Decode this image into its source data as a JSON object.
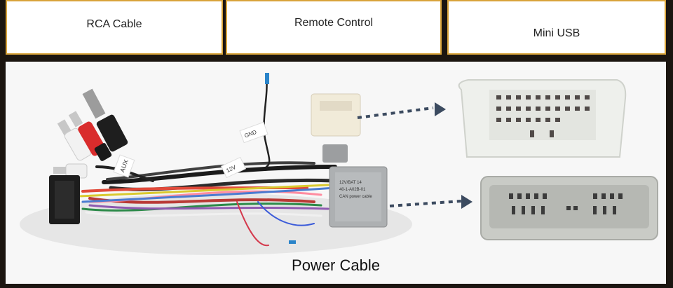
{
  "top_labels": [
    "RCA Cable",
    "Remote Control",
    "Mini USB"
  ],
  "main_caption": "Power Cable",
  "harness_tags": {
    "tag1": "AUX",
    "tag2": "GND",
    "tag3": "12V",
    "box_text_1": "12V/BAT 14",
    "box_text_2": "40-1-A02B-01",
    "box_text_3": "CAN power cable"
  },
  "colors": {
    "accent_border": "#d9a43b",
    "page_bg": "#1b1510",
    "connector_white": "#eef0ec",
    "connector_gray": "#c9cbc6",
    "arrow_blue": "#3c4b60"
  }
}
